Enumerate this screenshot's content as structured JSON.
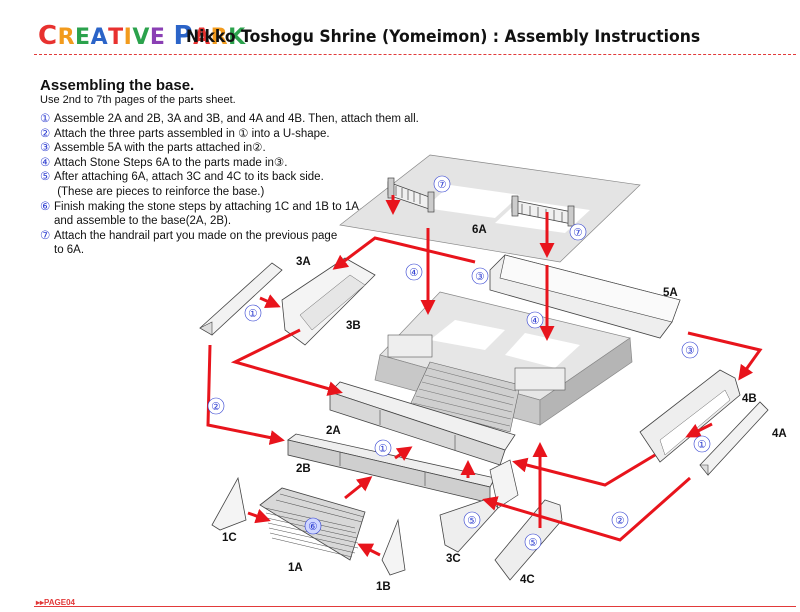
{
  "header": {
    "brand_letters": [
      {
        "t": "C",
        "c": "#e8312f"
      },
      {
        "t": "R",
        "c": "#f29b1d"
      },
      {
        "t": "E",
        "c": "#2ba24c"
      },
      {
        "t": "A",
        "c": "#2b64c8"
      },
      {
        "t": "T",
        "c": "#e8312f"
      },
      {
        "t": "I",
        "c": "#f29b1d"
      },
      {
        "t": "V",
        "c": "#2ba24c"
      },
      {
        "t": "E",
        "c": "#8a3fb4"
      },
      {
        "t": " ",
        "c": "#000"
      },
      {
        "t": "P",
        "c": "#2b64c8"
      },
      {
        "t": "A",
        "c": "#e8312f"
      },
      {
        "t": "R",
        "c": "#f29b1d"
      },
      {
        "t": "K",
        "c": "#2ba24c"
      }
    ],
    "title": "Nikko Toshogu Shrine (Yomeimon) : Assembly Instructions"
  },
  "section": {
    "title": "Assembling the base.",
    "subtitle": "Use 2nd to 7th pages of the parts sheet."
  },
  "steps": [
    {
      "num": "①",
      "text": "Assemble 2A and 2B, 3A and 3B, and 4A and 4B. Then, attach them all."
    },
    {
      "num": "②",
      "text": "Attach the three parts assembled in ① into a U-shape."
    },
    {
      "num": "③",
      "text": "Assemble 5A with the parts attached in②."
    },
    {
      "num": "④",
      "text": "Attach Stone Steps 6A to the parts made in③."
    },
    {
      "num": "⑤",
      "text": "After attaching 6A, attach 3C and 4C to its back side."
    },
    {
      "num": "",
      "text": "  (These are pieces to reinforce the base.)"
    },
    {
      "num": "⑥",
      "text": "Finish making the stone steps by attaching 1C and 1B to 1A,"
    },
    {
      "num": "",
      "text": "and assemble to the base(2A, 2B)."
    },
    {
      "num": "⑦",
      "text": "Attach the handrail part you made on the previous page"
    },
    {
      "num": "",
      "text": "to 6A."
    }
  ],
  "diagram": {
    "labels": {
      "l6A": "6A",
      "l3A": "3A",
      "l3B": "3B",
      "l5A": "5A",
      "l4B": "4B",
      "l4A": "4A",
      "l2A": "2A",
      "l2B": "2B",
      "l1C": "1C",
      "l1A": "1A",
      "l1B": "1B",
      "l3C": "3C",
      "l4C": "4C"
    },
    "markers": {
      "m7a": "⑦",
      "m7b": "⑦",
      "m4a": "④",
      "m4b": "④",
      "m3a": "③",
      "m3b": "③",
      "m1a": "①",
      "m1b": "①",
      "m1c": "①",
      "m2a": "②",
      "m2b": "②",
      "m5a": "⑤",
      "m5b": "⑤",
      "m6": "⑥"
    },
    "arrow_color": "#e8141c"
  },
  "footer": {
    "page": "▸▸PAGE04"
  }
}
